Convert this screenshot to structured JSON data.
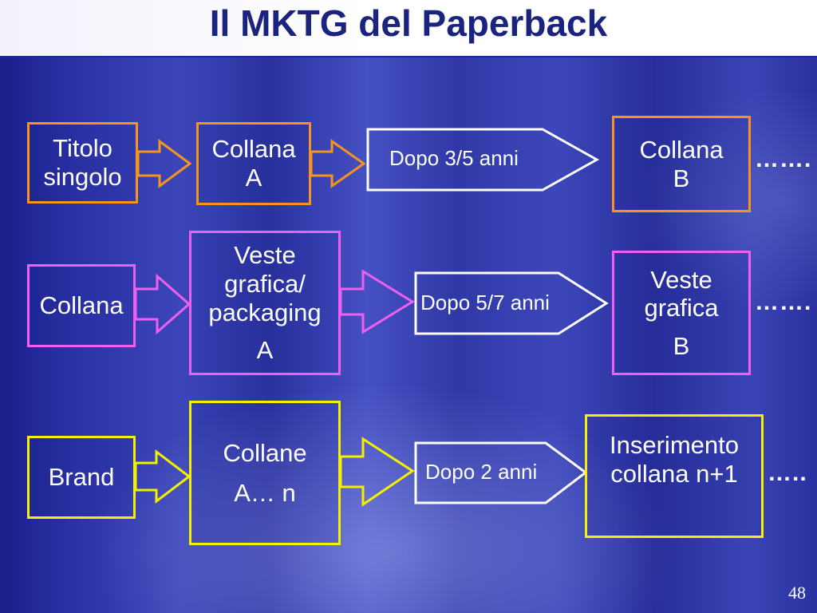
{
  "slide": {
    "title": "Il MKTG del Paperback",
    "page_number": "48"
  },
  "row1": {
    "box1": [
      "Titolo",
      "singolo"
    ],
    "box2": [
      "Collana",
      "A"
    ],
    "arrow_label": "Dopo 3/5 anni",
    "box3": [
      "Collana",
      "B"
    ],
    "dots": "……."
  },
  "row2": {
    "box1": [
      "Collana"
    ],
    "box2": [
      "Veste",
      "grafica/",
      "packaging",
      "A"
    ],
    "arrow_label": "Dopo 5/7 anni",
    "box3": [
      "Veste",
      "grafica",
      "B"
    ],
    "dots": "……."
  },
  "row3": {
    "box1": [
      "Brand"
    ],
    "box2": [
      "Collane",
      "A… n"
    ],
    "arrow_label": "Dopo 2 anni",
    "box3": [
      "Inserimento",
      "collana n+1"
    ],
    "dots": "….."
  },
  "colors": {
    "row1": "#f7941d",
    "row2": "#f060f0",
    "row3": "#f5f000",
    "time_arrow": "#ffffff",
    "title": "#1a237e"
  }
}
